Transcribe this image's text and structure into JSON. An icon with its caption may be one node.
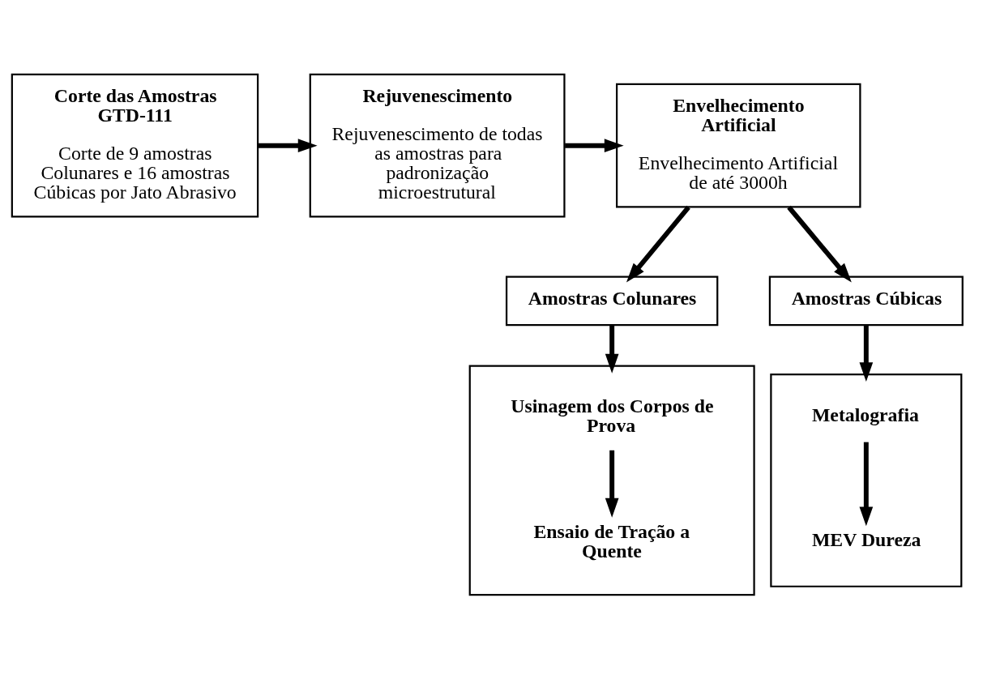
{
  "diagram": {
    "nodes": [
      {
        "text": [
          "Corte das Amostras GTD-111",
          "Corte de 9 amostras Colunares e 16 amostras Cúbicas por Jato Abrasivo"
        ]
      },
      {
        "text": [
          "Rejuvenescimento",
          "Rejuvenescimento de todas as amostras para padronização microestrutural"
        ]
      },
      {
        "text": [
          "Envelhecimento Artificial",
          "Envelhecimento Artificial de até 3000h"
        ]
      },
      {
        "text": [],
        "shape": "box"
      },
      {
        "text": [
          "Usinagem dos Corpos de Prova"
        ],
        "in": 3
      },
      {
        "text": [
          "Ensaio de Tração a Quente"
        ],
        "in": 3
      },
      {
        "text": [
          "Amostras Colunares"
        ]
      },
      {
        "text": [],
        "shape": "box"
      },
      {
        "text": [
          "Metalografia"
        ],
        "in": 7
      },
      {
        "text": [
          "MEV Dureza"
        ],
        "in": 7
      },
      {
        "text": [
          "Amostras Cúbicas"
        ]
      }
    ],
    "edges": [
      {
        "from": 0,
        "to": 1,
        "arrow": "to"
      },
      {
        "from": 1,
        "to": 2,
        "arrow": "to"
      },
      {
        "from": 4,
        "to": 5,
        "arrow": "to"
      },
      {
        "from": 2,
        "to": 6,
        "arrow": "to"
      },
      {
        "from": 6,
        "to": 3,
        "arrow": "to"
      },
      {
        "from": 2,
        "to": 10,
        "arrow": "to"
      },
      {
        "from": 10,
        "to": 7,
        "arrow": "to"
      },
      {
        "from": 8,
        "to": 9,
        "arrow": "to"
      }
    ]
  }
}
